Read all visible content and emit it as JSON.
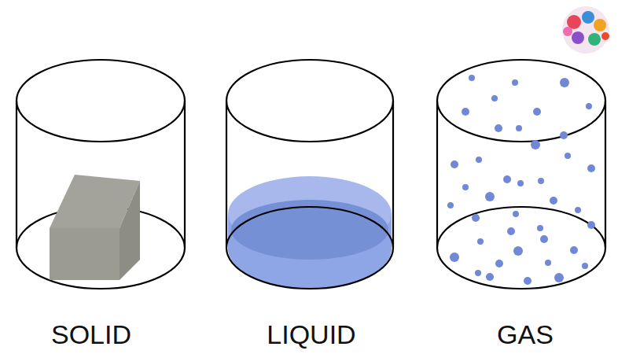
{
  "diagram": {
    "labels": [
      "SOLID",
      "LIQUID",
      "GAS"
    ]
  }
}
